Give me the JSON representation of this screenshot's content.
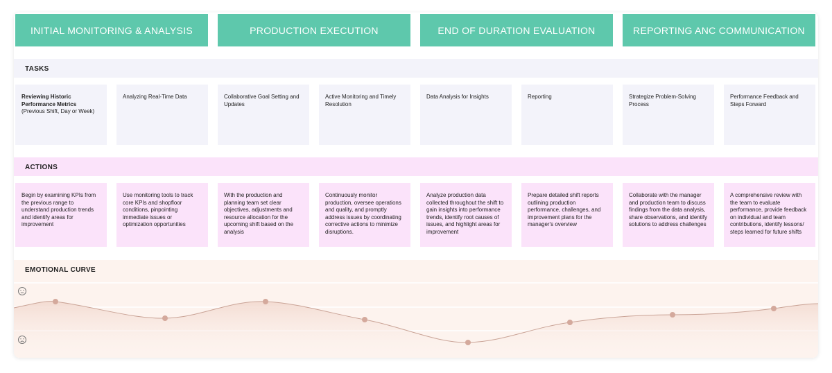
{
  "phases": [
    "INITIAL MONITORING & ANALYSIS",
    "PRODUCTION EXECUTION",
    "END OF DURATION EVALUATION",
    "REPORTING ANC COMMUNICATION"
  ],
  "tasks": {
    "label": "TASKS",
    "items": [
      {
        "title": "Reviewing Historic Performance Metrics",
        "note": "(Previous Shift, Day or Week)"
      },
      {
        "title": "Analyzing Real-Time Data",
        "note": ""
      },
      {
        "title": "Collaborative Goal Setting and Updates",
        "note": ""
      },
      {
        "title": "Active Monitoring and Timely Resolution",
        "note": ""
      },
      {
        "title": "Data Analysis for Insights",
        "note": ""
      },
      {
        "title": "Reporting",
        "note": ""
      },
      {
        "title": "Strategize Problem-Solving Process",
        "note": ""
      },
      {
        "title": "Performance Feedback and Steps Forward",
        "note": ""
      }
    ]
  },
  "actions": {
    "label": "ACTIONS",
    "items": [
      "Begin by examining KPIs from the previous range to understand production trends and identify areas for improvement",
      "Use monitoring tools to track core KPIs and shopfloor conditions, pinpointing immediate issues or optimization opportunities",
      "With the production and planning team set clear objectives, adjustments and resource allocation for the upcoming shift based on the analysis",
      "Continuously monitor production, oversee operations and quality, and promptly address issues by coordinating corrective actions to minimize disruptions.",
      "Analyze production data collected throughout the shift to gain insights into performance trends, identify root causes of issues, and highlight areas for improvement",
      "Prepare detailed shift reports outlining production performance, challenges, and improvement plans for the manager's overview",
      "Collaborate with the manager and production team to discuss findings from the data analysis, share observations, and identify solutions to address challenges",
      "A comprehensive review with the team to evaluate performance, provide feedback on individual and team contributions, identify lessons/ steps learned for future shifts"
    ]
  },
  "curve": {
    "label": "EMOTIONAL CURVE",
    "top_icon": "neutral-face-icon",
    "bottom_icon": "sad-face-icon",
    "line_color": "#c9a396",
    "point_color": "#d4a99c"
  }
}
